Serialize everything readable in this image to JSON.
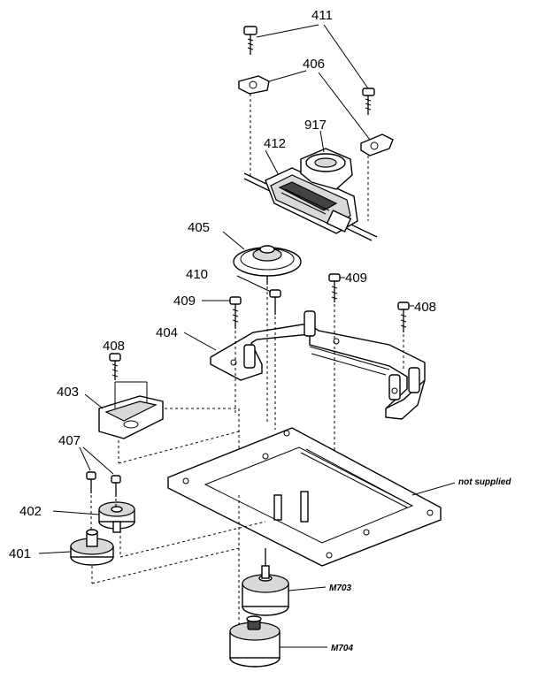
{
  "labels": {
    "p401": "401",
    "p402": "402",
    "p403": "403",
    "p404": "404",
    "p405": "405",
    "p406": "406",
    "p407": "407",
    "p408a": "408",
    "p408b": "408",
    "p409a": "409",
    "p409b": "409",
    "p410": "410",
    "p411": "411",
    "p412": "412",
    "p917": "917",
    "not_supplied": "not supplied",
    "m703": "M703",
    "m704": "M704"
  }
}
